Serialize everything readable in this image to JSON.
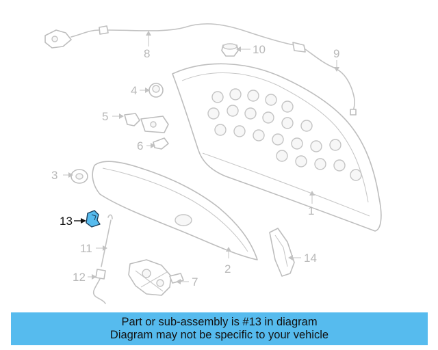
{
  "diagram": {
    "callouts": [
      {
        "id": "c8",
        "label": "8"
      },
      {
        "id": "c10",
        "label": "10"
      },
      {
        "id": "c9",
        "label": "9"
      },
      {
        "id": "c4",
        "label": "4"
      },
      {
        "id": "c5",
        "label": "5"
      },
      {
        "id": "c6",
        "label": "6"
      },
      {
        "id": "c3",
        "label": "3"
      },
      {
        "id": "c1",
        "label": "1"
      },
      {
        "id": "c13",
        "label": "13"
      },
      {
        "id": "c11",
        "label": "11"
      },
      {
        "id": "c2",
        "label": "2"
      },
      {
        "id": "c14",
        "label": "14"
      },
      {
        "id": "c12",
        "label": "12"
      },
      {
        "id": "c7",
        "label": "7"
      }
    ],
    "highlight_part": "13",
    "highlight_color": "#56bbee",
    "line_color": "#c2c2c2"
  },
  "banner": {
    "line1": "Part or sub-assembly is #13 in diagram",
    "line2": "Diagram may not be specific to your vehicle",
    "color": "#56bbee"
  }
}
